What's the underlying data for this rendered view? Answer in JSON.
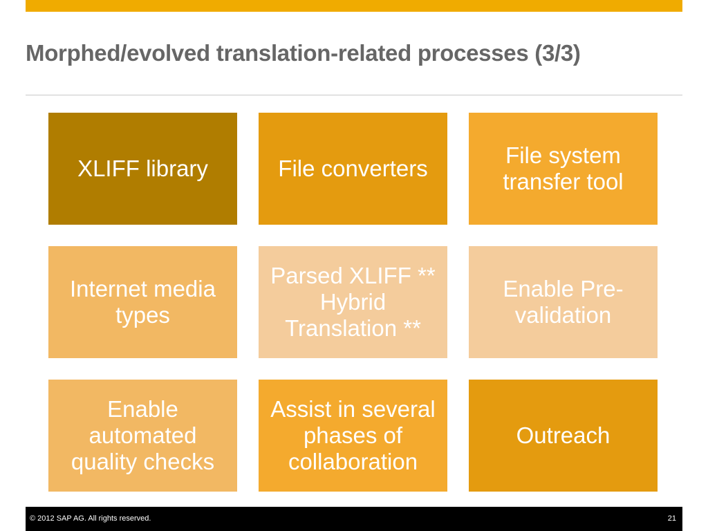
{
  "slide": {
    "title": "Morphed/evolved translation-related processes (3/3)",
    "tiles": [
      {
        "label": "XLIFF library",
        "color": "#b07d00"
      },
      {
        "label": "File converters",
        "color": "#e49b0f"
      },
      {
        "label": "File system transfer tool",
        "color": "#f4aa2e"
      },
      {
        "label": "Internet media types",
        "color": "#f2b863"
      },
      {
        "label": "Parsed XLIFF ** Hybrid Translation **",
        "color": "#f4cc9c"
      },
      {
        "label": "Enable Pre-validation",
        "color": "#f4cc9c"
      },
      {
        "label": "Enable automated quality checks",
        "color": "#f2b863"
      },
      {
        "label": "Assist in several phases of collaboration",
        "color": "#f4aa2e"
      },
      {
        "label": "Outreach",
        "color": "#e49b0f"
      }
    ]
  },
  "theme": {
    "accent_bar": "#f0ab00",
    "title_color": "#666666",
    "footer_bg": "#000000"
  },
  "footer": {
    "copyright": "©  2012 SAP AG. All rights reserved.",
    "page_number": "21"
  }
}
